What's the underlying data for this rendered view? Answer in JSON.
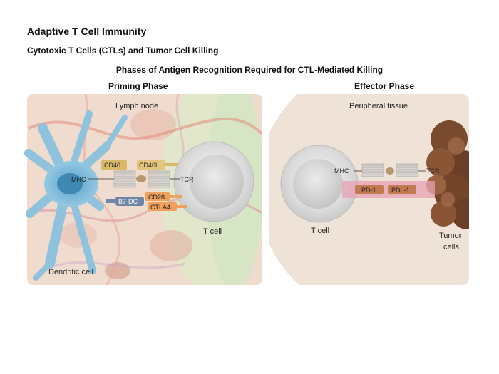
{
  "title": "Adaptive T Cell Immunity",
  "subtitle": "Cytotoxic T Cells (CTLs) and Tumor Cell Killing",
  "heading": "Phases of Antigen Recognition Required for CTL-Mediated Killing",
  "priming": {
    "phase_label": "Priming Phase",
    "location": "Lymph node",
    "dendritic_cell": "Dendritic cell",
    "t_cell": "T cell",
    "mhc": "MHC",
    "tcr": "TCR",
    "cd40": "CD40",
    "cd40l": "CD40L",
    "cd28": "CD28",
    "ctla4": "CTLA4",
    "b7dc": "B7-DC"
  },
  "effector": {
    "phase_label": "Effector Phase",
    "location": "Peripheral tissue",
    "t_cell": "T cell",
    "tumor_line1": "Tumor",
    "tumor_line2": "cells",
    "mhc": "MHC",
    "tcr": "TCR",
    "pd1": "PD-1",
    "pdl1": "PDL-1"
  },
  "colors": {
    "lymph_bg": "#f1dcd0",
    "tissue_bg": "#efe2d6",
    "dendritic": "#8fc2dc",
    "cd40": "#d9b86a",
    "cd28": "#f0a05a",
    "b7dc": "#6f86a6",
    "pd_bar": "#e7a2b4",
    "tumor": "#7a4a2e"
  }
}
